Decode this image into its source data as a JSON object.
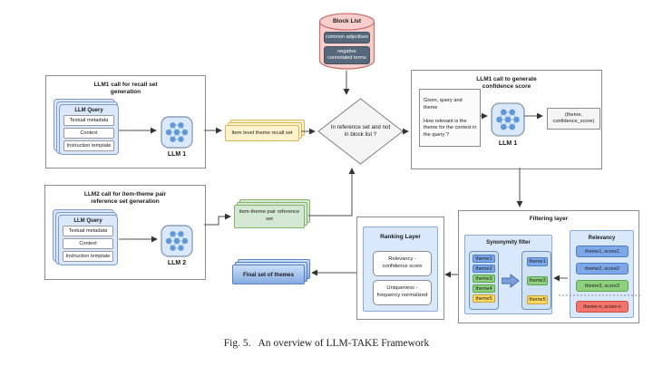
{
  "caption": "Fig. 5.   An overview of LLM-TAKE Framework",
  "block_list": {
    "title": "Block List",
    "items": [
      "common adjectives",
      "negative\nconnotated terms"
    ]
  },
  "decision_text": "In reference set and not in block list ?",
  "recall_box": {
    "title": "LLM1 call for recall set generation",
    "query_title": "LLM Query",
    "query_rows": [
      "Textual metadata",
      "Context",
      "Instruction template"
    ],
    "llm_label": "LLM 1"
  },
  "reference_box": {
    "title": "LLM2 call for item-theme pair reference set generation",
    "query_title": "LLM Query",
    "query_rows": [
      "Textual metadata",
      "Context",
      "Instruction template"
    ],
    "llm_label": "LLM 2"
  },
  "recall_set_label": "Item level theme recall set",
  "reference_set_label": "item-theme pair reference set",
  "final_set_label": "Final set of themes",
  "confidence_box": {
    "title": "LLM1 call to generate confidence score",
    "prompt": "Given, query and theme\n\nHow relevant is the theme for the context in the query ?",
    "llm_label": "LLM 1",
    "output_label": "(theme,\nconfidence_score)"
  },
  "ranking_layer": {
    "title": "Ranking Layer",
    "items": [
      "Relevancy -\nconfidence score",
      "Uniqueness -\nfrequency normalized"
    ]
  },
  "filtering_layer": {
    "title": "Filtering layer",
    "synonymity": {
      "title": "Synonymity filter",
      "input_themes": [
        {
          "label": "theme1",
          "color": "#7da7e8"
        },
        {
          "label": "theme2",
          "color": "#7da7e8"
        },
        {
          "label": "theme3",
          "color": "#8fd07e"
        },
        {
          "label": "theme4",
          "color": "#8fd07e"
        },
        {
          "label": "theme5",
          "color": "#ffd85e"
        }
      ],
      "output_themes": [
        {
          "label": "theme1",
          "color": "#7da7e8"
        },
        {
          "label": "theme3",
          "color": "#8fd07e"
        },
        {
          "label": "theme5",
          "color": "#ffd85e"
        }
      ]
    },
    "relevancy": {
      "title": "Relevancy",
      "items": [
        {
          "label": "theme1, score1",
          "color": "#7da7e8"
        },
        {
          "label": "theme2, score2",
          "color": "#7da7e8"
        },
        {
          "label": "theme3, score3",
          "color": "#8fd07e"
        },
        {
          "label": "theme-n, score-n",
          "color": "#f4736b"
        }
      ]
    }
  },
  "colors": {
    "panel_blue": "#dae8fc",
    "stack_yellow": "#fff2cc",
    "stack_green": "#d5e8d4",
    "final_blue": "#86abe2",
    "cylinder_pink": "#f8cecc",
    "dark_chip": "#56687a",
    "llm_node_blue": "#5f97d8"
  }
}
